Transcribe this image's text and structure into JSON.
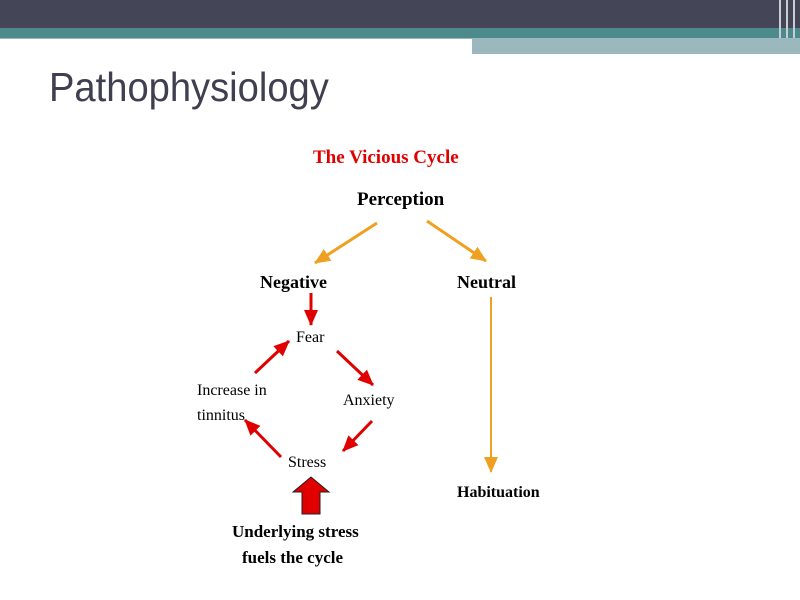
{
  "slide": {
    "title": "Pathophysiology"
  },
  "diagram": {
    "title": "The Vicious Cycle",
    "perception": "Perception",
    "negative": "Negative",
    "neutral": "Neutral",
    "fear": "Fear",
    "increase_in_tinnitus": [
      "Increase in",
      "tinnitus"
    ],
    "anxiety": "Anxiety",
    "stress": "Stress",
    "habituation": "Habituation",
    "underlying_stress": [
      "Underlying stress",
      "fuels the cycle"
    ]
  },
  "colors": {
    "title_bar": "#444557",
    "accent_teal": "#4d8a8c",
    "accent_light": "#9ab8bd",
    "diagram_title": "#e00000",
    "orange_arrow": "#f0a020",
    "red_arrow": "#e00000"
  }
}
